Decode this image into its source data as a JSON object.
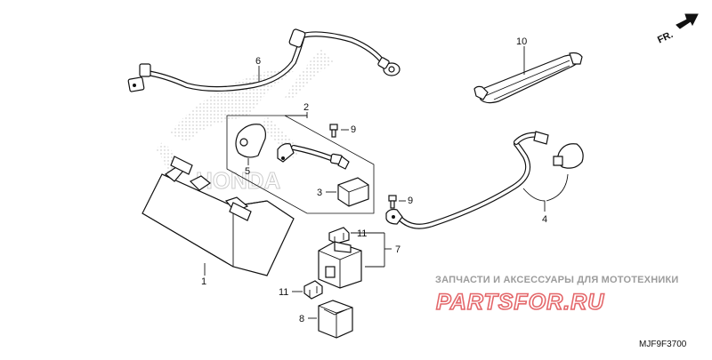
{
  "diagram": {
    "direction_label": "FR.",
    "callouts": {
      "c1": "1",
      "c2": "2",
      "c3": "3",
      "c4": "4",
      "c5": "5",
      "c6": "6",
      "c7": "7",
      "c8": "8",
      "c9a": "9",
      "c9b": "9",
      "c10": "10",
      "c11a": "11",
      "c11b": "11"
    },
    "watermark_text": "ЗАПЧАСТИ И АКСЕССУАРЫ ДЛЯ МОТОТЕХНИКИ",
    "watermark_brand": "PARTSFOR.RU",
    "diagram_code": "MJF9F3700"
  }
}
